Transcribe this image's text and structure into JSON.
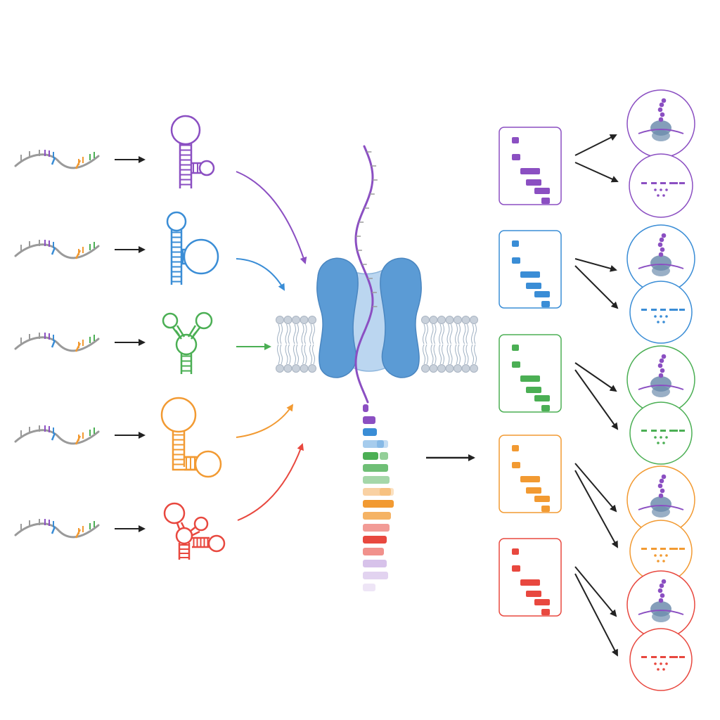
{
  "colors": {
    "purple": "#8B4FC2",
    "blue": "#3A8DD6",
    "green": "#4BAF54",
    "orange": "#F29A32",
    "red": "#E8483F",
    "strand_gray": "#9A9A9A",
    "arrow": "#222222",
    "pore": "#5B9BD5",
    "pore_inner": "#BBD6F0",
    "membrane_head": "#C9D1DB",
    "membrane_tail": "#9FB0C2",
    "ribosome": "#6E8DAE"
  },
  "icons": [
    "rna-strand-icon",
    "hairpin-structure-icon",
    "nanopore-icon",
    "signal-trace-icon",
    "ribosome-icon",
    "fragment-pattern-icon"
  ],
  "rows": [
    {
      "color_key": "purple",
      "structure": "stem-loop-small-side-loop"
    },
    {
      "color_key": "blue",
      "structure": "stem-loop-large-side-loop"
    },
    {
      "color_key": "green",
      "structure": "three-way-junction"
    },
    {
      "color_key": "orange",
      "structure": "l-shaped-stem-loop"
    },
    {
      "color_key": "red",
      "structure": "multi-branch"
    }
  ],
  "signal_blocks": [
    {
      "color_key": "purple",
      "alpha": 1.0
    },
    {
      "color_key": "purple",
      "alpha": 1.0
    },
    {
      "color_key": "blue",
      "alpha": 1.0
    },
    {
      "color_key": "blue",
      "alpha": 0.45
    },
    {
      "color_key": "green",
      "alpha": 1.0
    },
    {
      "color_key": "green",
      "alpha": 0.8
    },
    {
      "color_key": "green",
      "alpha": 0.5
    },
    {
      "color_key": "orange",
      "alpha": 0.45
    },
    {
      "color_key": "orange",
      "alpha": 1.0
    },
    {
      "color_key": "orange",
      "alpha": 0.75
    },
    {
      "color_key": "red",
      "alpha": 0.55
    },
    {
      "color_key": "red",
      "alpha": 1.0
    },
    {
      "color_key": "red",
      "alpha": 0.6
    },
    {
      "color_key": "purple",
      "alpha": 0.35
    },
    {
      "color_key": "purple",
      "alpha": 0.25
    },
    {
      "color_key": "purple",
      "alpha": 0.15
    }
  ]
}
